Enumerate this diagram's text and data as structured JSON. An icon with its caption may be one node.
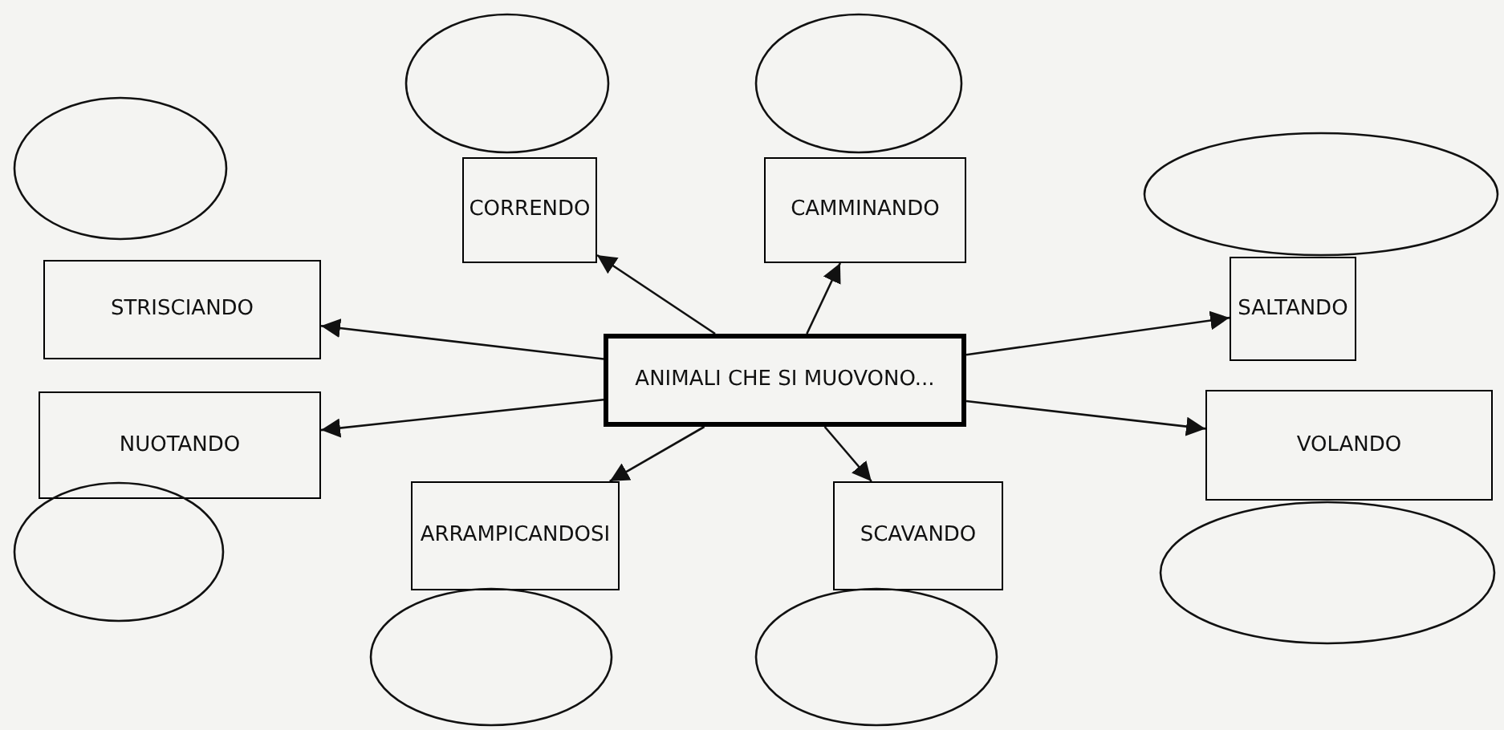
{
  "diagram": {
    "nodes": [
      {
        "text": [
          "ANIMALI CHE SI MUOVONO..."
        ]
      },
      {
        "text": [
          "CORRENDO"
        ]
      },
      {
        "text": [
          "CAMMINANDO"
        ]
      },
      {
        "text": [
          "STRISCIANDO"
        ]
      },
      {
        "text": [
          "SALTANDO"
        ]
      },
      {
        "text": [
          "NUOTANDO"
        ]
      },
      {
        "text": [
          "VOLANDO"
        ]
      },
      {
        "text": [
          "ARRAMPICANDOSI"
        ]
      },
      {
        "text": [
          "SCAVANDO"
        ]
      },
      {
        "text": [],
        "shape": "ellipse"
      },
      {
        "text": [],
        "shape": "ellipse"
      },
      {
        "text": [],
        "shape": "ellipse"
      },
      {
        "text": [],
        "shape": "ellipse"
      },
      {
        "text": [],
        "shape": "ellipse"
      },
      {
        "text": [],
        "shape": "ellipse"
      },
      {
        "text": [],
        "shape": "ellipse"
      },
      {
        "text": [],
        "shape": "ellipse"
      }
    ],
    "edges": [
      {
        "from": 0,
        "to": 1,
        "arrow": "to"
      },
      {
        "from": 0,
        "to": 2,
        "arrow": "to"
      },
      {
        "from": 0,
        "to": 3,
        "arrow": "to"
      },
      {
        "from": 0,
        "to": 4,
        "arrow": "to"
      },
      {
        "from": 0,
        "to": 5,
        "arrow": "to"
      },
      {
        "from": 0,
        "to": 6,
        "arrow": "to"
      },
      {
        "from": 0,
        "to": 7,
        "arrow": "to"
      },
      {
        "from": 0,
        "to": 8,
        "arrow": "to"
      }
    ]
  }
}
